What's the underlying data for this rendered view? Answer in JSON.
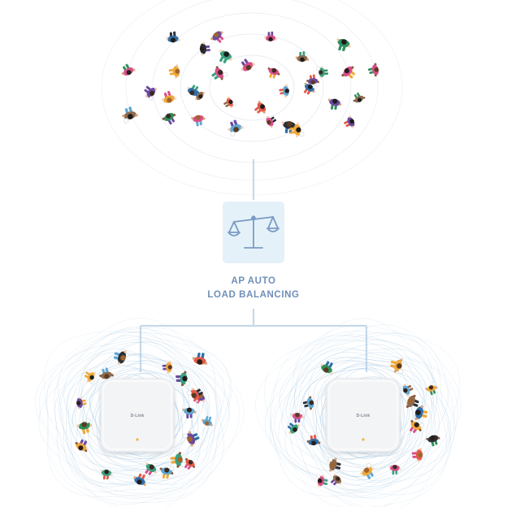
{
  "balancer": {
    "title_line1": "AP AUTO",
    "title_line2": "LOAD BALANCING",
    "icon": "scale-icon"
  },
  "access_points": [
    {
      "brand": "D-Link",
      "icon": "access-point-icon"
    },
    {
      "brand": "D-Link",
      "icon": "access-point-icon"
    }
  ],
  "people_icon": "person-topdown-icon",
  "colors": {
    "accent": "#7b9bc4",
    "connector": "#c6d9ea",
    "tile": "#e5f1f9",
    "rings": "#e6ecf2",
    "ripple": "#9fc4e0",
    "ap_body": "#f3f4f6",
    "ap_led": "#f2b431"
  }
}
